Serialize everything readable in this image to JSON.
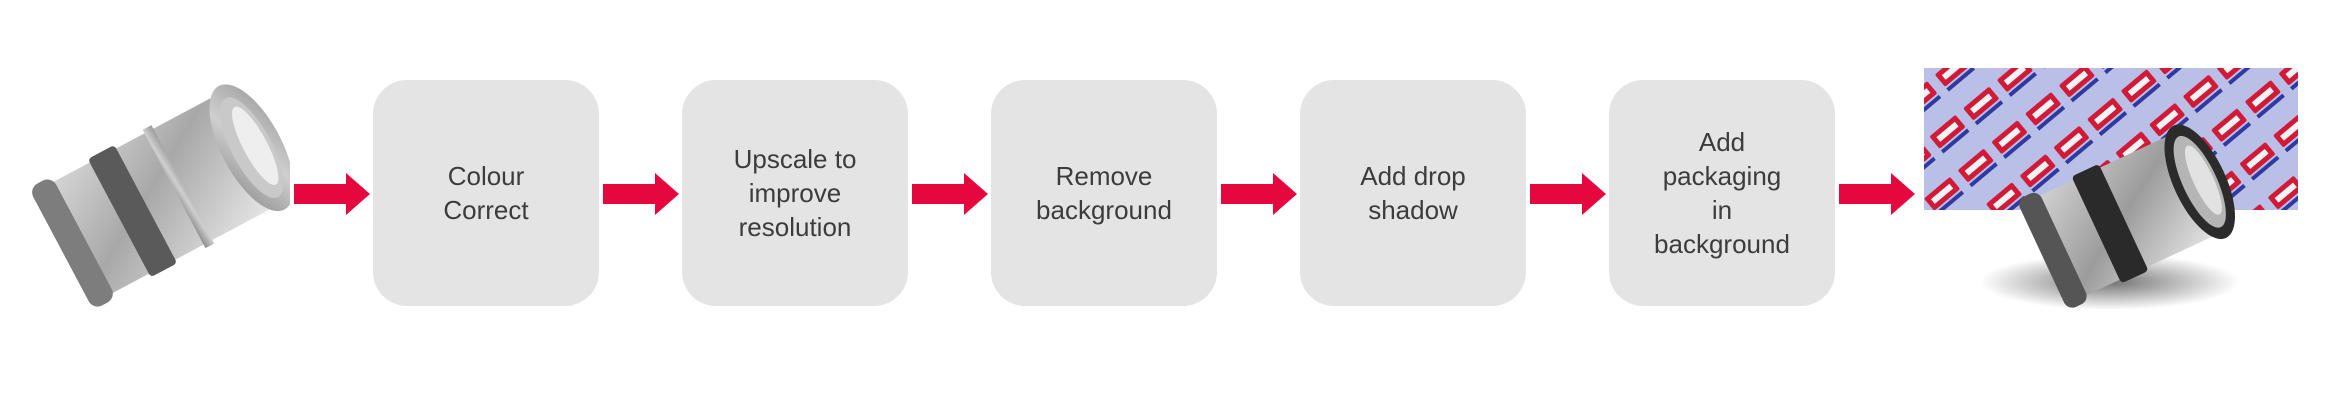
{
  "steps": [
    {
      "label": "Colour\nCorrect"
    },
    {
      "label": "Upscale to\nimprove\nresolution"
    },
    {
      "label": "Remove\nbackground"
    },
    {
      "label": "Add drop\nshadow"
    },
    {
      "label": "Add\npackaging\nin\nbackground"
    }
  ],
  "arrow_count": 6,
  "colors": {
    "arrow": "#e5083f",
    "box": "#e4e4e4",
    "text": "#3c3c3c",
    "packaging_bg": "#b9bfe6",
    "packaging_box": "#d11a37"
  },
  "images": {
    "input": "coupling-raw-photo",
    "output": "coupling-on-packaging-background"
  }
}
